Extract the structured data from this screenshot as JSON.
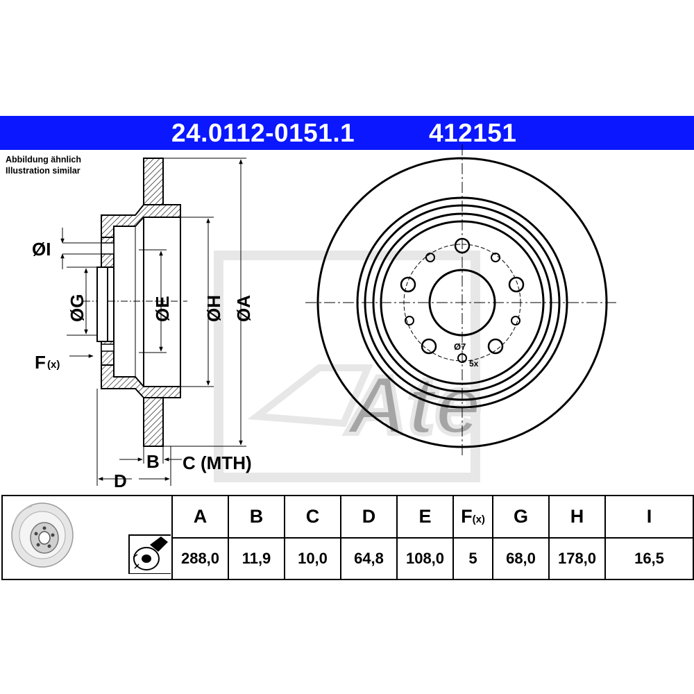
{
  "header": {
    "part_number": "24.0112-0151.1",
    "code": "412151"
  },
  "note": {
    "line1": "Abbildung ähnlich",
    "line2": "Illustration similar"
  },
  "drawing": {
    "labels": {
      "I": "ØI",
      "G": "ØG",
      "E": "ØE",
      "H": "ØH",
      "A": "ØA",
      "F": "F",
      "F_sub": "(x)",
      "B": "B",
      "C": "C (MTH)",
      "D": "D",
      "hole_dia": "Ø7",
      "hole_count": "5x"
    },
    "watermark": "Ate"
  },
  "specs": {
    "columns": [
      "A",
      "B",
      "C",
      "D",
      "E",
      "F",
      "G",
      "H",
      "I"
    ],
    "f_sub": "(x)",
    "values": [
      "288,0",
      "11,9",
      "10,0",
      "64,8",
      "108,0",
      "5",
      "68,0",
      "178,0",
      "16,5"
    ]
  }
}
